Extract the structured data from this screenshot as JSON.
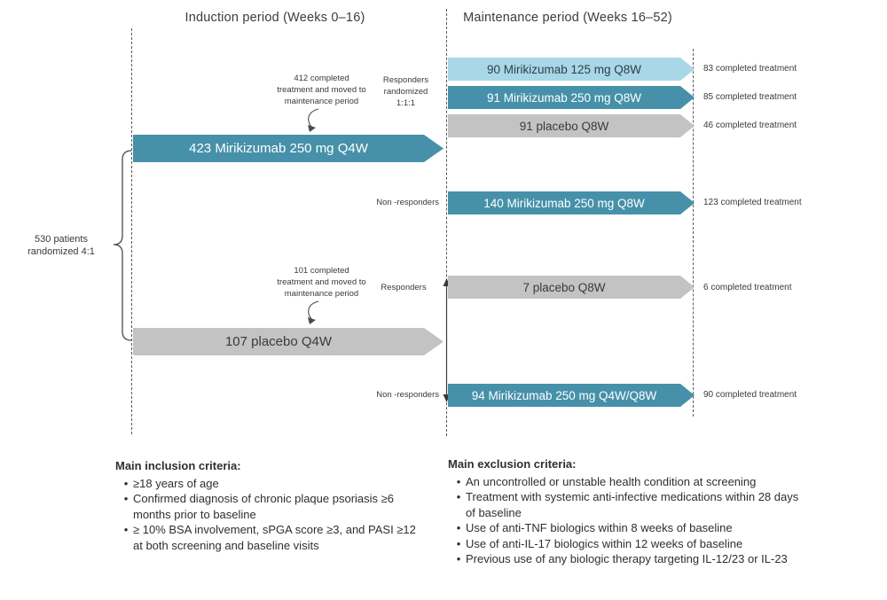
{
  "colors": {
    "teal": "#4691a9",
    "light_blue": "#a8d8e8",
    "gray": "#c3c3c3",
    "text": "#3a3a3a"
  },
  "periods": {
    "induction": "Induction period (Weeks 0–16)",
    "maintenance": "Maintenance period (Weeks 16–52)"
  },
  "randomized_label": "530 patients\nrandomized 4:1",
  "induction_arms": [
    {
      "label": "423 Mirikizumab 250 mg Q4W"
    },
    {
      "label": "107 placebo Q4W"
    }
  ],
  "annotations": {
    "moved_top": "412 completed\ntreatment and moved to\nmaintenance period",
    "responders_randomized": "Responders\nrandomized\n1:1:1",
    "nonresponders_top": "Non -responders",
    "moved_bottom": "101 completed\ntreatment and moved to\nmaintenance period",
    "responders_bottom": "Responders",
    "nonresponders_bottom": "Non -responders"
  },
  "maintenance_arms": [
    {
      "label": "90 Mirikizumab 125 mg Q8W",
      "completed": "83 completed treatment"
    },
    {
      "label": "91 Mirikizumab 250 mg Q8W",
      "completed": "85 completed treatment"
    },
    {
      "label": "91 placebo Q8W",
      "completed": "46 completed treatment"
    },
    {
      "label": "140 Mirikizumab 250 mg Q8W",
      "completed": "123 completed treatment"
    },
    {
      "label": "7 placebo Q8W",
      "completed": "6 completed treatment"
    },
    {
      "label": "94 Mirikizumab 250 mg Q4W/Q8W",
      "completed": "90 completed treatment"
    }
  ],
  "inclusion": {
    "title": "Main inclusion criteria:",
    "items": [
      "≥18 years of age",
      "Confirmed diagnosis of chronic plaque psoriasis ≥6 months prior to baseline",
      "≥ 10% BSA involvement, sPGA score ≥3, and PASI ≥12 at both screening and baseline visits"
    ]
  },
  "exclusion": {
    "title": "Main exclusion criteria:",
    "items": [
      "An uncontrolled or unstable health condition at screening",
      "Treatment with systemic anti-infective medications within 28 days of baseline",
      "Use of anti-TNF biologics within 8 weeks of baseline",
      "Use of anti-IL-17 biologics within 12 weeks of baseline",
      "Previous use of any biologic therapy targeting IL-12/23 or IL-23"
    ]
  }
}
